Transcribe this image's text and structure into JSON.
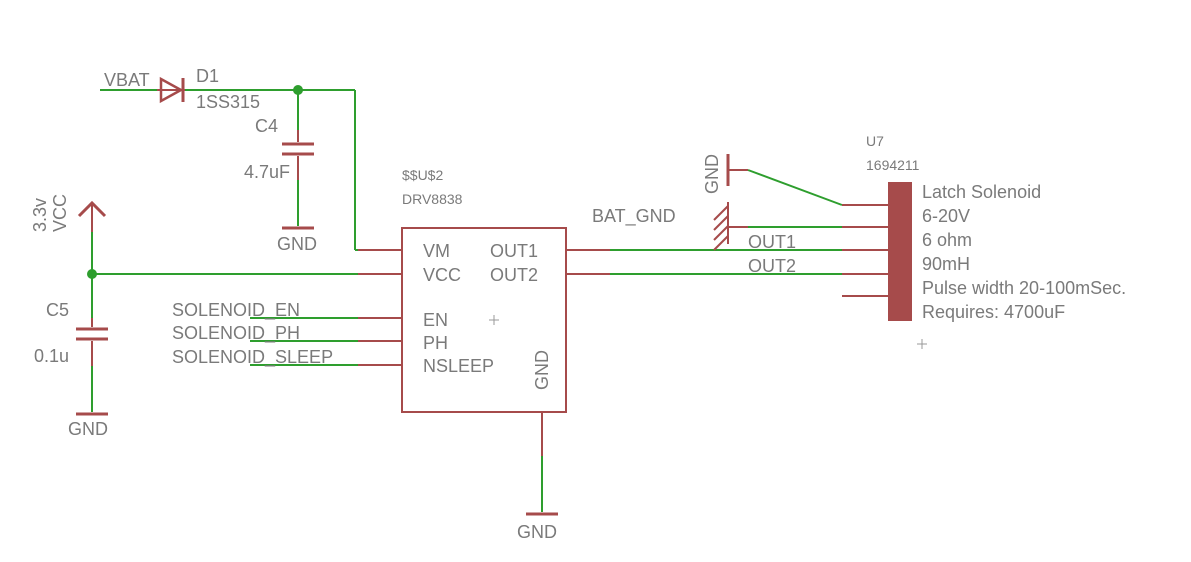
{
  "colors": {
    "wire": "#2e9e2e",
    "part": "#a64b4b",
    "text": "#7a7a7a"
  },
  "d1": {
    "net": "VBAT",
    "name": "D1",
    "value": "1SS315"
  },
  "c4": {
    "name": "C4",
    "value": "4.7uF",
    "gnd": "GND"
  },
  "c5": {
    "name": "C5",
    "value": "0.1u",
    "gnd": "GND"
  },
  "vcc": {
    "name": "VCC",
    "value": "3.3v"
  },
  "u2": {
    "name": "$$U$2",
    "value": "DRV8838",
    "gnd_out": "GND",
    "pins": {
      "vm": "VM",
      "vcc": "VCC",
      "en": "EN",
      "ph": "PH",
      "nsleep": "NSLEEP",
      "gnd": "GND",
      "out1": "OUT1",
      "out2": "OUT2"
    }
  },
  "nets": {
    "en": "SOLENOID_EN",
    "ph": "SOLENOID_PH",
    "sleep": "SOLENOID_SLEEP",
    "out1": "OUT1",
    "out2": "OUT2",
    "bat_gnd": "BAT_GND",
    "gnd": "GND"
  },
  "u7": {
    "name": "U7",
    "value": "1694211",
    "lines": [
      "Latch Solenoid",
      "6-20V",
      "6 ohm",
      "90mH",
      "Pulse width 20-100mSec.",
      "Requires:  4700uF"
    ]
  }
}
